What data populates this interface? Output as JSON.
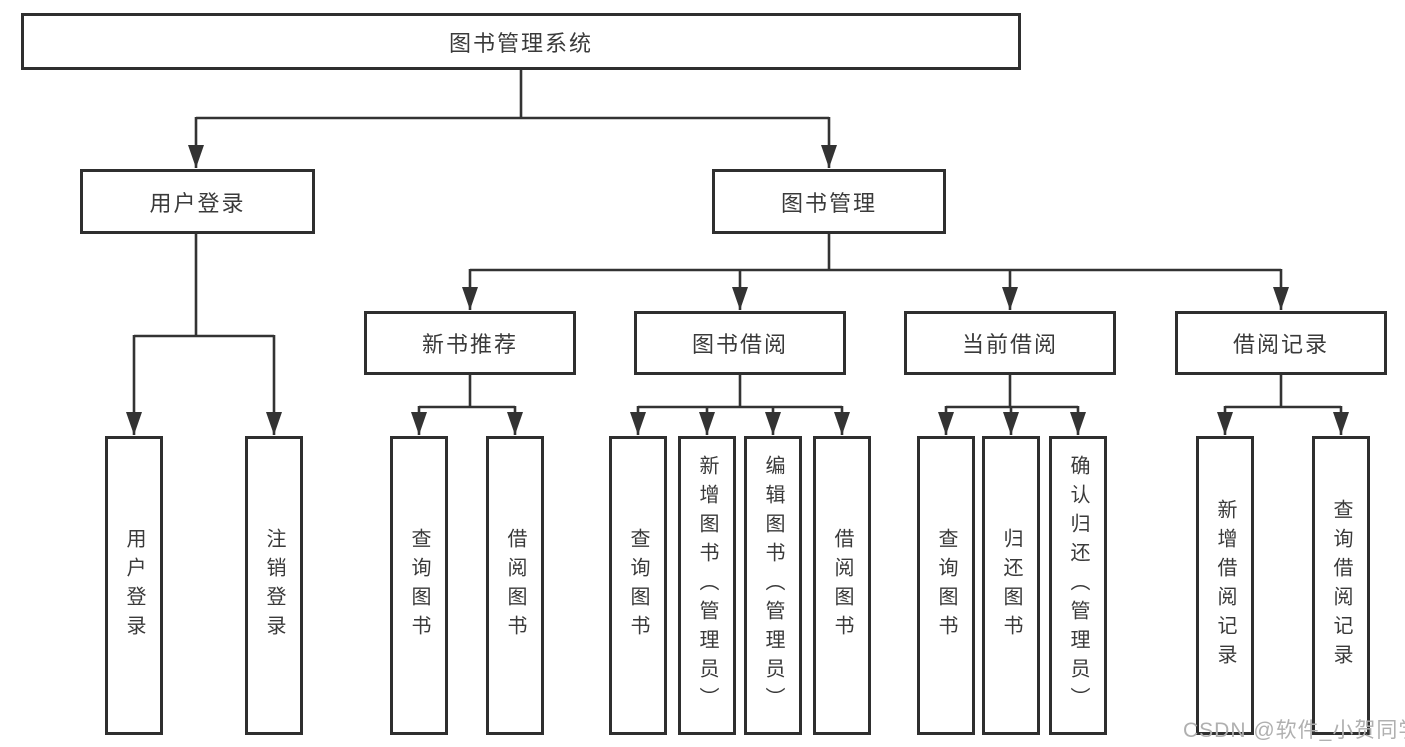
{
  "tree": {
    "label": "图书管理系统",
    "children": [
      {
        "label": "用户登录",
        "children": [
          {
            "label": "用户登录"
          },
          {
            "label": "注销登录"
          }
        ]
      },
      {
        "label": "图书管理",
        "children": [
          {
            "label": "新书推荐",
            "children": [
              {
                "label": "查询图书"
              },
              {
                "label": "借阅图书"
              }
            ]
          },
          {
            "label": "图书借阅",
            "children": [
              {
                "label": "查询图书"
              },
              {
                "label": "新增图书（管理员）"
              },
              {
                "label": "编辑图书（管理员）"
              },
              {
                "label": "借阅图书"
              }
            ]
          },
          {
            "label": "当前借阅",
            "children": [
              {
                "label": "查询图书"
              },
              {
                "label": "归还图书"
              },
              {
                "label": "确认归还（管理员）"
              }
            ]
          },
          {
            "label": "借阅记录",
            "children": [
              {
                "label": "新增借阅记录"
              },
              {
                "label": "查询借阅记录"
              }
            ]
          }
        ]
      }
    ]
  },
  "watermark": {
    "text": "CSDN @软件_小贺同学"
  },
  "colors": {
    "line": "#333333",
    "box_border": "#2f2f2f",
    "text": "#3a3a3a",
    "watermark": "#b0b0b0",
    "background": "#ffffff"
  }
}
